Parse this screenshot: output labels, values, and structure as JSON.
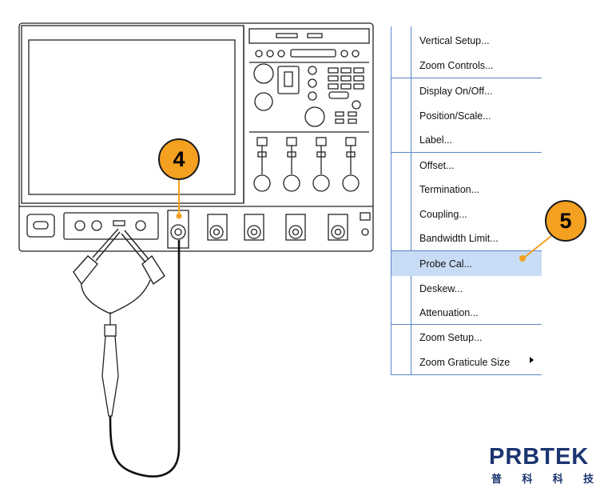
{
  "callouts": {
    "probe_connection": "4",
    "menu_selection": "5"
  },
  "menu": {
    "items": [
      {
        "label": "Vertical Setup...",
        "group": 1
      },
      {
        "label": "Zoom Controls...",
        "group": 1
      },
      {
        "label": "Display On/Off...",
        "group": 2
      },
      {
        "label": "Position/Scale...",
        "group": 2
      },
      {
        "label": "Label...",
        "group": 2
      },
      {
        "label": "Offset...",
        "group": 3
      },
      {
        "label": "Termination...",
        "group": 3
      },
      {
        "label": "Coupling...",
        "group": 3
      },
      {
        "label": "Bandwidth Limit...",
        "group": 3
      },
      {
        "label": "Probe Cal...",
        "group": 4,
        "highlighted": true
      },
      {
        "label": "Deskew...",
        "group": 4
      },
      {
        "label": "Attenuation...",
        "group": 4
      },
      {
        "label": "Zoom Setup...",
        "group": 5
      },
      {
        "label": "Zoom Graticule Size",
        "group": 5,
        "submenu": true
      }
    ]
  },
  "logo": {
    "brand": "PRBTEK",
    "chinese": [
      "普",
      "科",
      "科",
      "技"
    ]
  },
  "colors": {
    "callout_fill": "#f4a020",
    "menu_border": "#5a86c8",
    "menu_highlight": "#c9dcf5",
    "logo": "#1a3570"
  }
}
